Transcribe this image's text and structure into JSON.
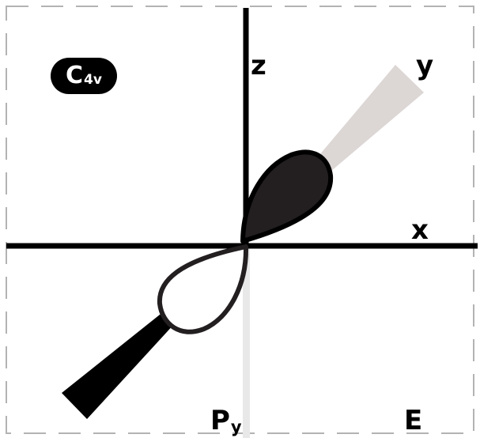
{
  "point_group": {
    "symbol": "C",
    "subscript": "4v"
  },
  "axes": {
    "x_label": "x",
    "y_label": "y",
    "z_label": "z"
  },
  "orbital": {
    "name": "P",
    "subscript": "y"
  },
  "irrep": "E",
  "colors": {
    "frame": "#b3b3b3",
    "axis": "#000000",
    "y_axis_back": "#dcd6d5",
    "ghost_axis": "#e8e8e8",
    "filled_lobe": "#231f20",
    "empty_lobe": "#ffffff"
  }
}
